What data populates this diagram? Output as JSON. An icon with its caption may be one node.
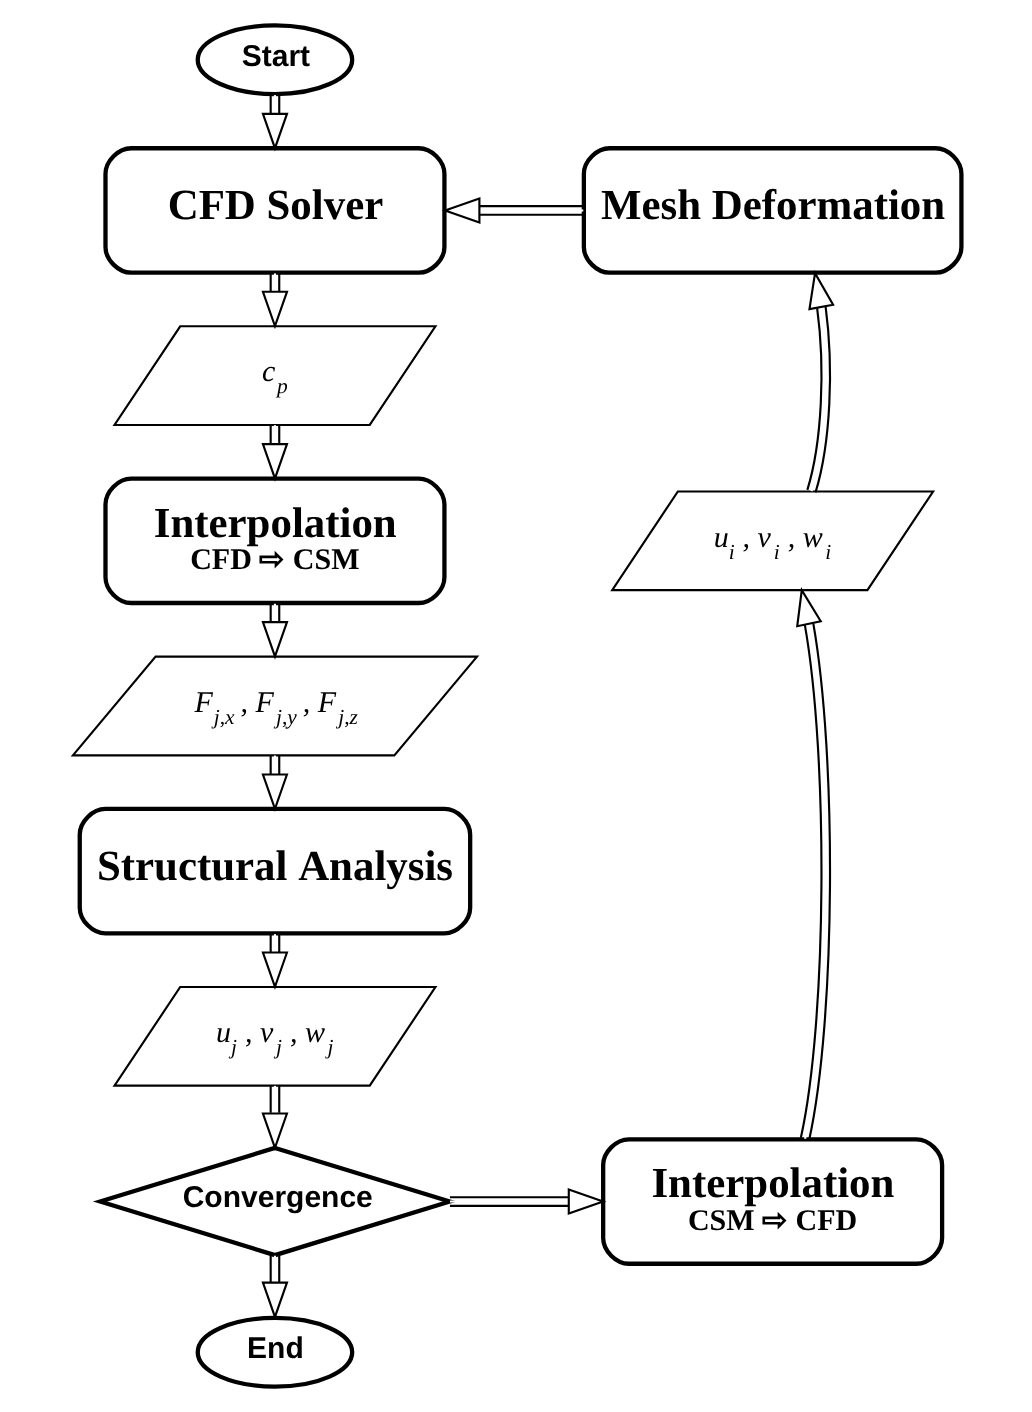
{
  "diagram": {
    "nodes": [
      {
        "text": [
          "Start"
        ]
      },
      {
        "text": [
          "CFD Solver"
        ]
      },
      {
        "text": [
          "c$_{p}$"
        ]
      },
      {
        "text": [
          "Interpolation",
          "CFD ⇨ CSM"
        ]
      },
      {
        "text": [
          "F$_{j,x}$ , F$_{j,y}$ , F$_{j,z}$"
        ]
      },
      {
        "text": [
          "Structural Analysis"
        ]
      },
      {
        "text": [
          "u$_{j}$ , v$_{j}$ , w$_{j}$"
        ]
      },
      {
        "text": [
          "Convergence"
        ]
      },
      {
        "text": [
          "End"
        ]
      },
      {
        "text": [
          "Interpolation",
          "CSM ⇨ CFD"
        ]
      },
      {
        "text": [
          "u$_{i}$ , v$_{i}$ , w$_{i}$"
        ]
      },
      {
        "text": [
          "Mesh Deformation"
        ]
      }
    ],
    "edges": [
      {
        "from": 0,
        "to": 1,
        "arrow": "to"
      },
      {
        "from": 1,
        "to": 2,
        "arrow": "to"
      },
      {
        "from": 2,
        "to": 3,
        "arrow": "to"
      },
      {
        "from": 3,
        "to": 4,
        "arrow": "to"
      },
      {
        "from": 4,
        "to": 5,
        "arrow": "to"
      },
      {
        "from": 5,
        "to": 6,
        "arrow": "to"
      },
      {
        "from": 6,
        "to": 7,
        "arrow": "to"
      },
      {
        "from": 7,
        "to": 8,
        "arrow": "to"
      },
      {
        "from": 7,
        "to": 9,
        "arrow": "to"
      },
      {
        "from": 9,
        "to": 10,
        "arrow": "to"
      },
      {
        "from": 10,
        "to": 11,
        "arrow": "to"
      },
      {
        "from": 11,
        "to": 1,
        "arrow": "to"
      }
    ]
  }
}
